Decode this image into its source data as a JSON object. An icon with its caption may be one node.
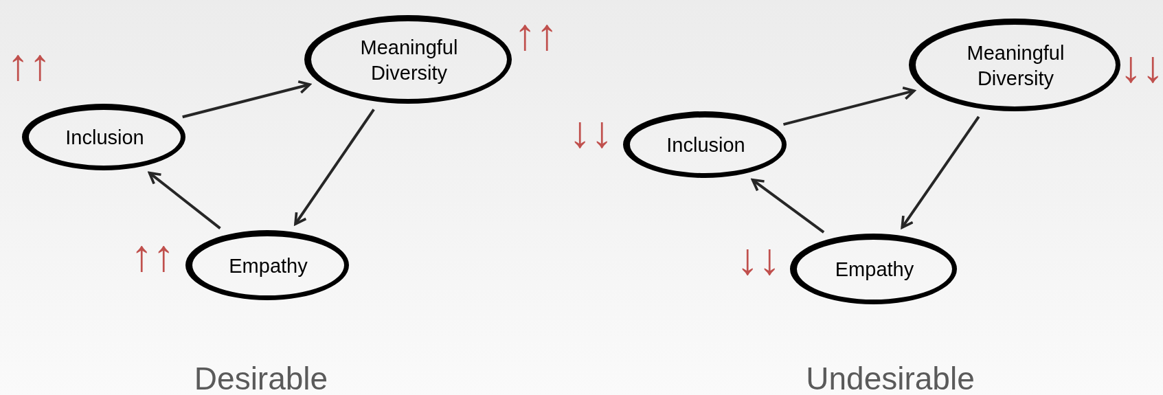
{
  "diagram": {
    "nodes": [
      {
        "text": [
          "Inclusion"
        ],
        "beside": [
          "↑↑"
        ]
      },
      {
        "text": [
          "Meaningful Diversity"
        ],
        "beside": [
          "↑↑"
        ]
      },
      {
        "text": [
          "Empathy"
        ],
        "beside": [
          "↑↑"
        ]
      },
      {
        "text": [
          "Inclusion"
        ],
        "beside": [
          "↓↓"
        ]
      },
      {
        "text": [
          "Meaningful Diversity"
        ],
        "beside": [
          "↓↓"
        ]
      },
      {
        "text": [
          "Empathy"
        ],
        "beside": [
          "↓↓"
        ]
      }
    ],
    "edges": [
      {
        "from": 0,
        "to": 1,
        "arrow": "to"
      },
      {
        "from": 1,
        "to": 2,
        "arrow": "to"
      },
      {
        "from": 2,
        "to": 0,
        "arrow": "to"
      },
      {
        "from": 3,
        "to": 4,
        "arrow": "to"
      },
      {
        "from": 4,
        "to": 5,
        "arrow": "to"
      },
      {
        "from": 5,
        "to": 3,
        "arrow": "to"
      }
    ],
    "labels": [
      "Desirable",
      "Undesirable"
    ]
  }
}
